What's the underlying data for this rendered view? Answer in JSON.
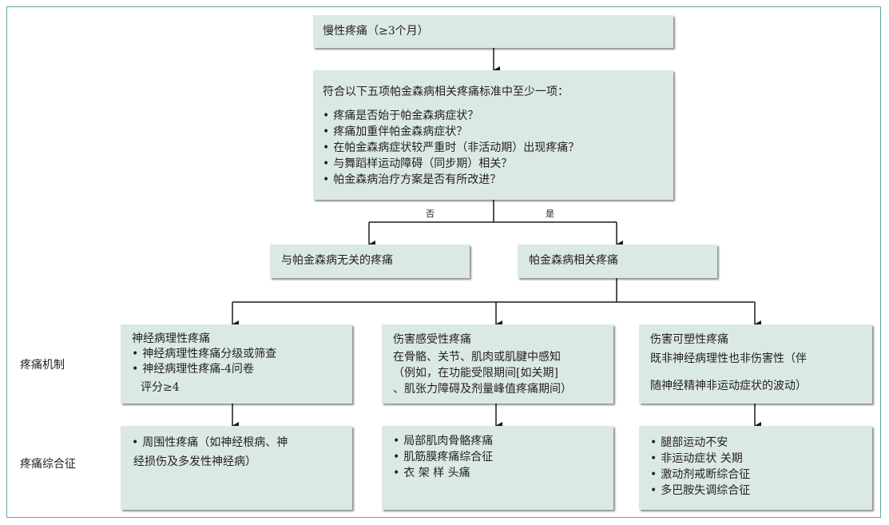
{
  "top_box": {
    "title": "慢性疼痛（≥3个月）"
  },
  "criteria_box": {
    "title": "符合以下五项帕金森病相关疼痛标准中至少一项：",
    "items": [
      "疼痛是否始于帕金森病症状？",
      "疼痛加重伴帕金森病症状？",
      "在帕金森病症状较严重时（非活动期）出现疼痛？",
      "与舞蹈样运动障碍（同步期）相关？",
      "帕金森病治疗方案是否有所改进？"
    ]
  },
  "edges": {
    "no": "否",
    "yes": "是"
  },
  "unrelated_box": {
    "title": "与帕金森病无关的疼痛"
  },
  "related_box": {
    "title": "帕金森病相关疼痛"
  },
  "mechanisms": [
    {
      "title": "神经病理性疼痛",
      "lines": [
        "神经病理性疼痛分级或筛查",
        "神经病理性疼痛-4问卷",
        "评分≥4"
      ]
    },
    {
      "title": "伤害感受性疼痛",
      "lines": [
        "在骨骼、关节、肌肉或肌腱中感知",
        "（例如，在功能受限期间[如关期]",
        "、肌张力障碍及剂量峰值疼痛期间）"
      ]
    },
    {
      "title": "伤害可塑性疼痛",
      "lines": [
        "既非神经病理性也非伤害性（伴",
        "随神经精神非运动症状的波动）"
      ]
    }
  ],
  "syndromes": [
    {
      "lines": [
        "周围性疼痛（如神经根病、神",
        "经损伤及多发性神经病）"
      ]
    },
    {
      "lines": [
        "局部肌肉骨骼疼痛",
        "肌筋膜疼痛综合征",
        "衣 架 样 头痛"
      ]
    },
    {
      "lines": [
        "腿部运动不安",
        "非运动症状 关期",
        "激动剂戒断综合征",
        "多巴胺失调综合征"
      ]
    }
  ],
  "row_labels": {
    "mechanism": "疼痛机制",
    "syndrome": "疼痛综合征"
  }
}
